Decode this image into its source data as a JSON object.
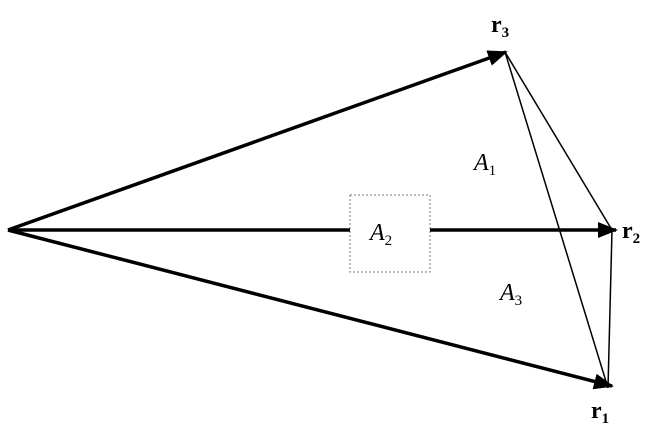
{
  "diagram": {
    "vectors": [
      {
        "name": "r1",
        "label": "r",
        "subscript": "1"
      },
      {
        "name": "r2",
        "label": "r",
        "subscript": "2"
      },
      {
        "name": "r3",
        "label": "r",
        "subscript": "3"
      }
    ],
    "areas": [
      {
        "name": "A1",
        "label": "A",
        "subscript": "1"
      },
      {
        "name": "A2",
        "label": "A",
        "subscript": "2"
      },
      {
        "name": "A3",
        "label": "A",
        "subscript": "3"
      }
    ]
  }
}
